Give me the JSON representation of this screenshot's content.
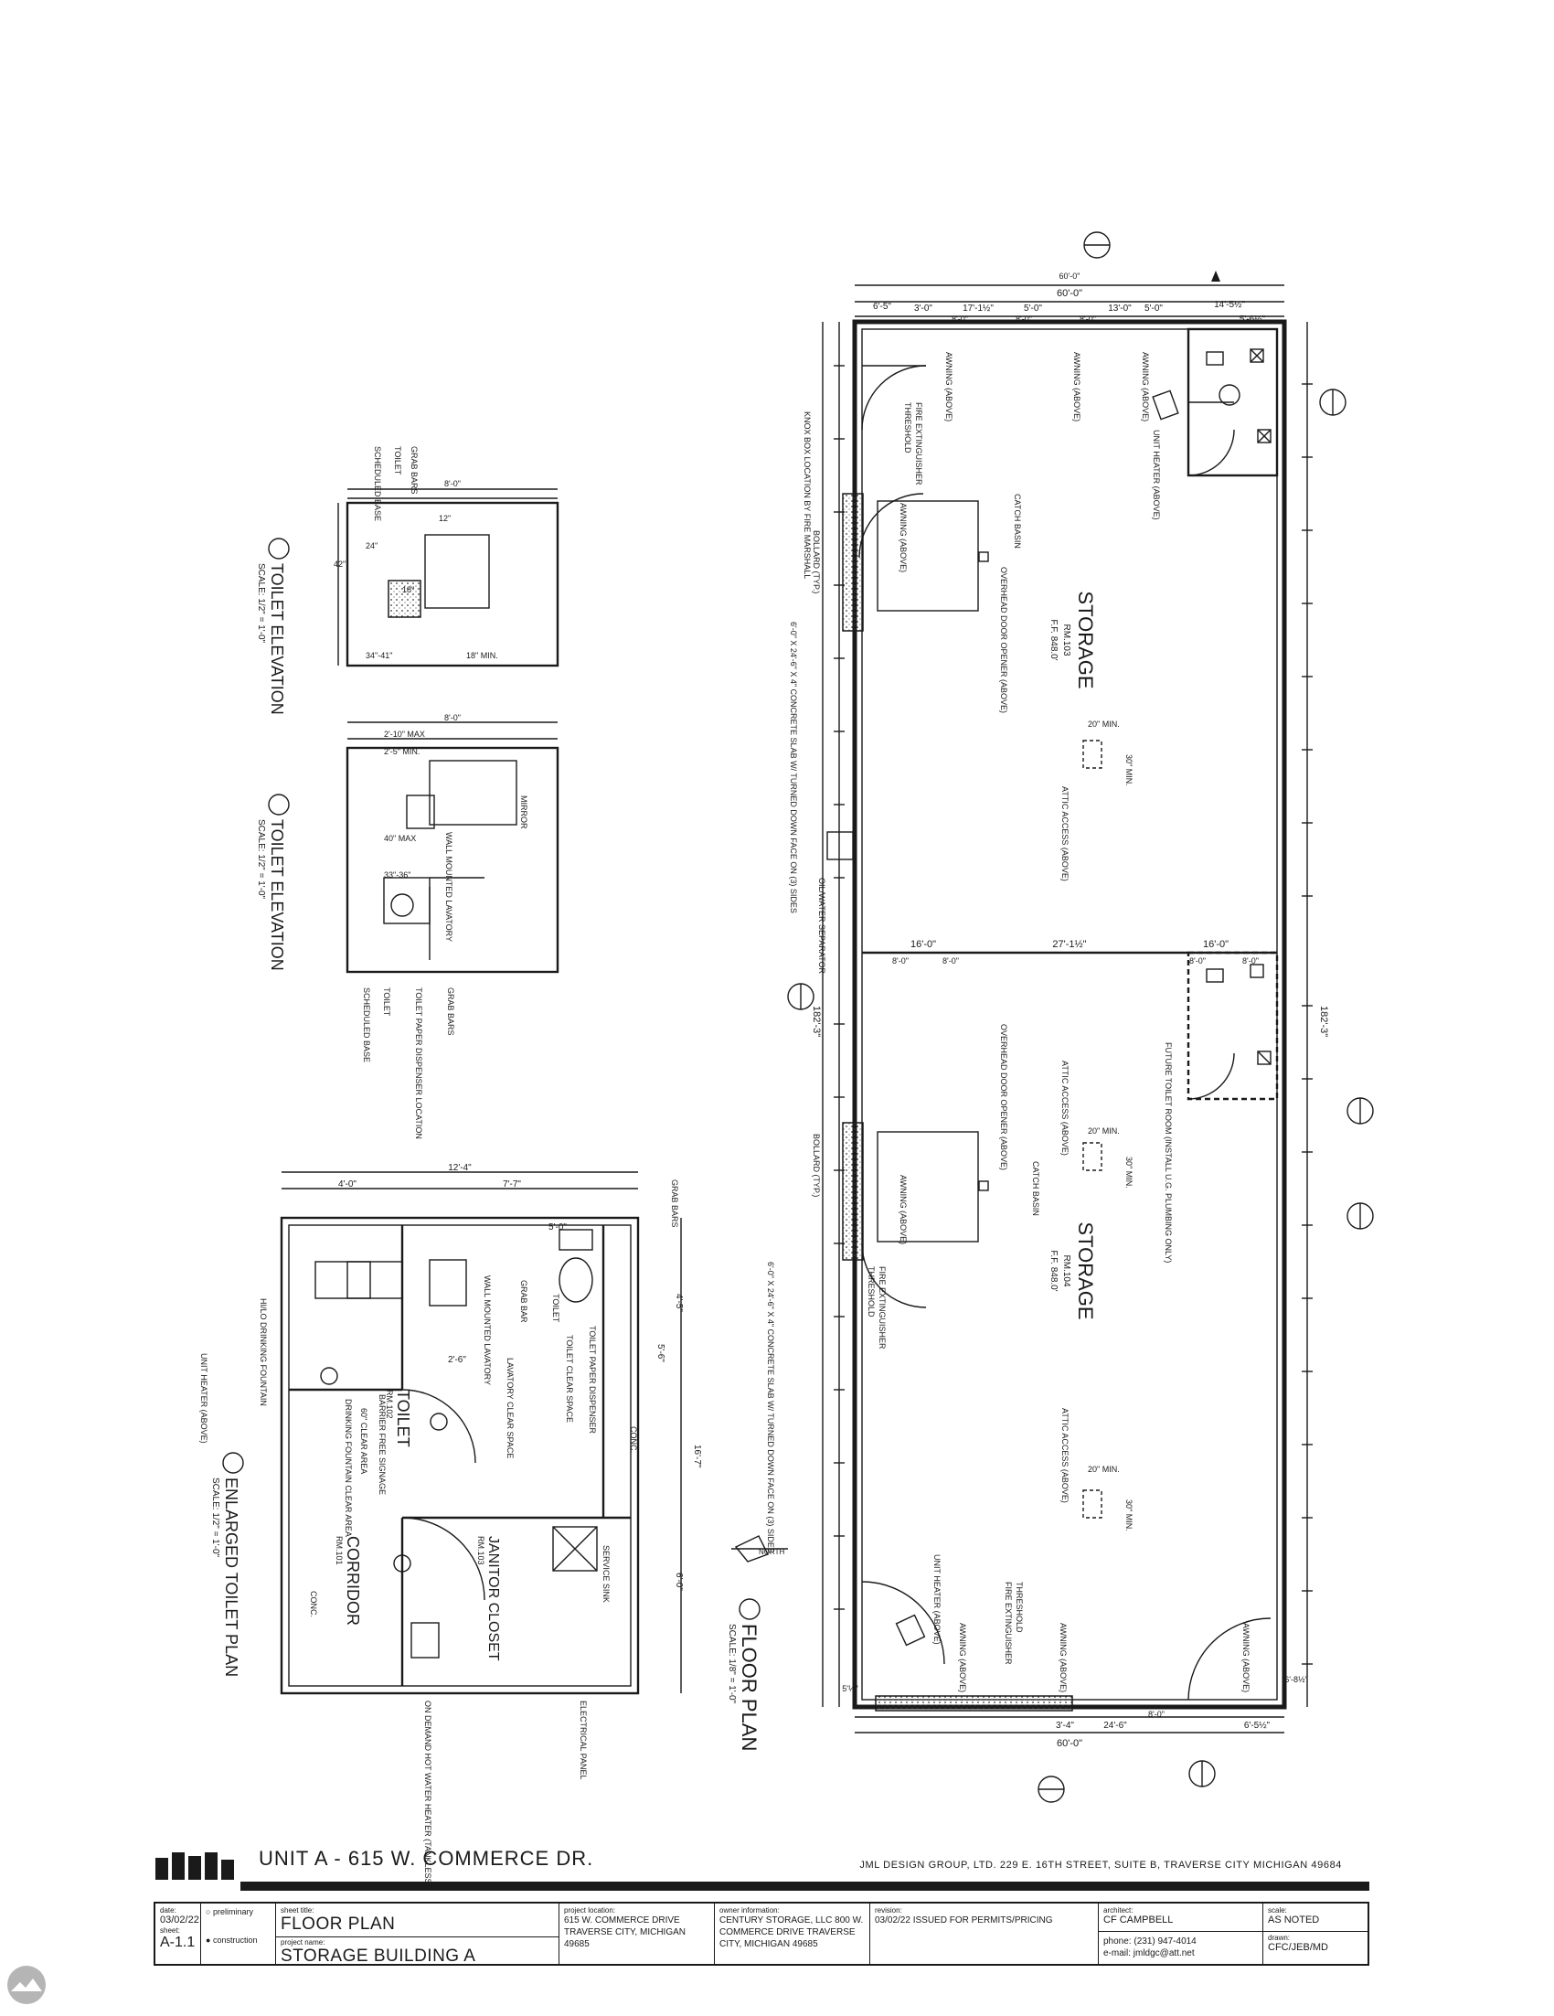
{
  "plan": {
    "rooms": {
      "storage_upper": {
        "name": "STORAGE",
        "number": "RM.103",
        "ff": "F.F. 848.0'"
      },
      "storage_lower": {
        "name": "STORAGE",
        "number": "RM.104",
        "ff": "F.F. 848.0'"
      },
      "toilet": {
        "name": "TOILET",
        "number": "RM.102"
      },
      "janitor": {
        "name": "JANITOR CLOSET",
        "number": "RM.103"
      },
      "corridor": {
        "name": "CORRIDOR",
        "number": "RM.101"
      }
    },
    "dimensions": {
      "overall_length": "60'-0\"",
      "overall_length_bottom": "60'-0\"",
      "overall_width": "182'-3\"",
      "bay": "8'-0\"",
      "mid_span": "27'-1½\"",
      "bay_16": "16'-0\"",
      "top_a": "3'-0\"",
      "top_b": "17'-1½\"",
      "top_c": "5'-0\"",
      "top_d": "13'-0\"",
      "top_e": "5'-0\"",
      "top_f": "14'-5½\"",
      "top_g": "6'-5\"",
      "top_h": "5'-6½\"",
      "bot_a": "24'-6\"",
      "bot_b": "3'-4\"",
      "bot_c": "6'-5½\"",
      "side_a": "6'-8½\"",
      "side_b": "5'½\""
    },
    "notes": {
      "awning": "AWNING (ABOVE)",
      "catch_basin": "CATCH BASIN",
      "overhead_door": "OVERHEAD DOOR OPENER (ABOVE)",
      "attic_access": "ATTIC ACCESS (ABOVE)",
      "min20": "20\" MIN.",
      "min30": "30\" MIN.",
      "unit_heater": "UNIT HEATER (ABOVE)",
      "fire_ext": "FIRE EXTINGUISHER",
      "threshold": "THRESHOLD",
      "knox_box": "KNOX BOX LOCATION BY FIRE MARSHALL",
      "bollard": "BOLLARD (TYP.)",
      "slab": "6'-0\" X 24'-6\" X 4\" CONCRETE SLAB W/ TURNED DOWN FACE ON (3) SIDES",
      "oil_sep": "OIL/WATER SEPARATOR",
      "future_toilet": "FUTURE TOILET ROOM (INSTALL U.G. PLUMBING ONLY)"
    },
    "titles": {
      "floor_plan": "FLOOR PLAN",
      "floor_plan_scale": "SCALE: 1/8\" = 1'-0\"",
      "enlarged": "ENLARGED TOILET PLAN",
      "enlarged_scale": "SCALE: 1/2\" = 1'-0\"",
      "elev3": "TOILET ELEVATION",
      "elev3_scale": "SCALE: 1/2\" = 1'-0\"",
      "elev4": "TOILET ELEVATION",
      "elev4_scale": "SCALE: 1/2\" = 1'-0\"",
      "north": "NORTH"
    },
    "enlarged_notes": {
      "grab_bars": "GRAB BARS",
      "grab_bar": "GRAB BAR",
      "toilet": "TOILET",
      "tp_disp": "TOILET PAPER DISPENSER",
      "toilet_clear": "TOILET CLEAR SPACE",
      "lav": "WALL MOUNTED LAVATORY",
      "lav_clear": "LAVATORY CLEAR SPACE",
      "barrier": "BARRIER FREE SIGNAGE",
      "clear_60": "60\" CLEAR AREA",
      "df_clear": "DRINKING FOUNTAIN CLEAR AREA",
      "df": "HI/LO DRINKING FOUNTAIN",
      "unit_heater": "UNIT HEATER (ABOVE)",
      "service_sink": "SERVICE SINK",
      "elec_panel": "ELECTRICAL PANEL",
      "water_heater": "ON DEMAND HOT WATER HEATER (TANKLESS)",
      "conc": "CONC.",
      "d1": "12'-4\"",
      "d2": "4'-0\"",
      "d3": "7'-7\"",
      "d4": "5'-0\"",
      "d5": "16'-7\"",
      "d6": "4'-5\"",
      "d7": "6'-0\"",
      "d8": "5'-6\"",
      "d9": "2'-6\""
    },
    "elev_notes": {
      "mirror": "MIRROR",
      "lav": "WALL MOUNTED LAVATORY",
      "grab_bars": "GRAB BARS",
      "tp_loc": "TOILET PAPER DISPENSER LOCATION",
      "toilet": "TOILET",
      "base": "SCHEDULED BASE",
      "w8": "8'-0\"",
      "max40": "40\" MAX",
      "r3336": "33\"-36\"",
      "max210": "2'-10\" MAX",
      "min25": "2'-5\" MIN.",
      "grab": "GRAB BARS",
      "d18": "18\"",
      "d3441": "34\"-41\"",
      "d24": "24\"",
      "d42": "42\"",
      "d12": "12\"",
      "min18": "18\" MIN."
    }
  },
  "title_block": {
    "unit": "UNIT A - 615 W. COMMERCE DR.",
    "firm_line": "JML DESIGN GROUP, LTD.   229 E. 16TH STREET, SUITE B,  TRAVERSE CITY  MICHIGAN  49684",
    "date_label": "date:",
    "date": "03/02/22",
    "sheet_label": "sheet:",
    "sheet": "A-1.1",
    "prelim": "preliminary",
    "constr": "construction",
    "title_label": "sheet title:",
    "title": "FLOOR PLAN",
    "project_label": "project name:",
    "project": "STORAGE BUILDING A",
    "loc_label": "project location:",
    "loc": "615 W. COMMERCE DRIVE TRAVERSE CITY, MICHIGAN 49685",
    "owner_label": "owner information:",
    "owner": "CENTURY STORAGE, LLC 800 W. COMMERCE DRIVE TRAVERSE CITY, MICHIGAN 49685",
    "rev_label": "revision:",
    "rev": "03/02/22 ISSUED FOR PERMITS/PRICING",
    "arch_label": "architect:",
    "arch": "CF CAMPBELL",
    "phone": "phone: (231) 947-4014",
    "email": "e-mail: jmldgc@att.net",
    "scale_label": "scale:",
    "scale": "AS NOTED",
    "drawn_label": "drawn:",
    "drawn": "CFC/JEB/MD"
  }
}
